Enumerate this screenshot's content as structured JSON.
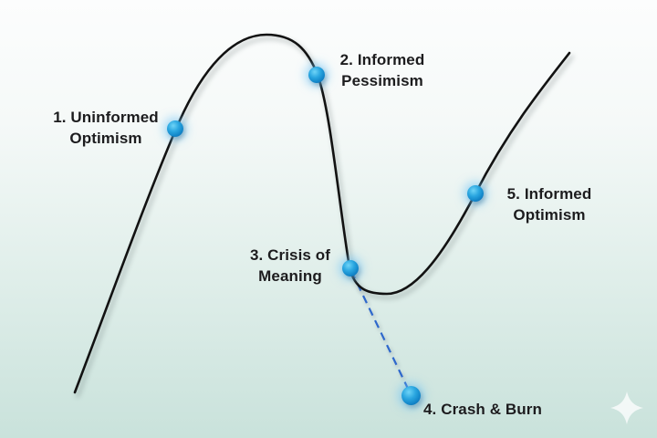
{
  "diagram": {
    "type": "curve-diagram",
    "description": "Emotional cycle of change curve with five stages",
    "stages": [
      {
        "id": 1,
        "label": "1. Uninformed Optimism",
        "line1": "1. Uninformed",
        "line2": "Optimism"
      },
      {
        "id": 2,
        "label": "2. Informed Pessimism",
        "line1": "2. Informed",
        "line2": "Pessimism"
      },
      {
        "id": 3,
        "label": "3. Crisis of Meaning",
        "line1": "3. Crisis of",
        "line2": "Meaning"
      },
      {
        "id": 4,
        "label": "4. Crash & Burn",
        "line1": "4. Crash & Burn",
        "line2": ""
      },
      {
        "id": 5,
        "label": "5. Informed Optimism",
        "line1": "5. Informed",
        "line2": "Optimism"
      }
    ],
    "colors": {
      "background_top": "#fcfdfd",
      "background_bottom": "#c9e2db",
      "curve": "#121212",
      "dashed_line": "#2e68cc",
      "dot_highlight": "#6fd4f7",
      "dot_mid": "#1285c8",
      "dot_edge": "#0a5fa5",
      "text": "#1c1c1e",
      "sparkle": "#ffffff"
    }
  }
}
